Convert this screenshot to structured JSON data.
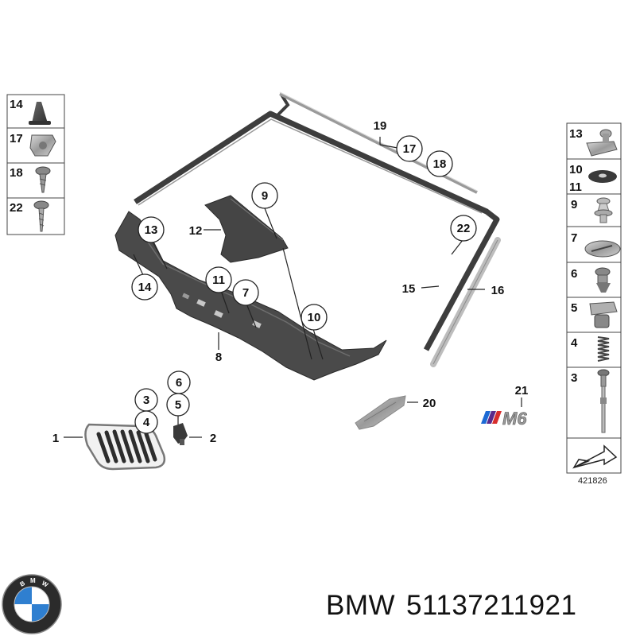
{
  "callouts": {
    "c1": "1",
    "c2": "2",
    "c3": "3",
    "c4": "4",
    "c5": "5",
    "c6": "6",
    "c7": "7",
    "c8": "8",
    "c9": "9",
    "c10": "10",
    "c11": "11",
    "c12": "12",
    "c13": "13",
    "c14": "14",
    "c15": "15",
    "c16": "16",
    "c17": "17",
    "c18": "18",
    "c19": "19",
    "c20": "20",
    "c21": "21",
    "c22": "22"
  },
  "left_legend": [
    "14",
    "17",
    "18",
    "22"
  ],
  "right_legend": [
    "13",
    "10",
    "11",
    "9",
    "7",
    "6",
    "5",
    "4",
    "3"
  ],
  "diagram_id": "421826",
  "emblem_text": "M6",
  "footer": {
    "brand": "BMW",
    "part_number": "51137211921"
  },
  "colors": {
    "part_gray": "#4a4a4a",
    "line": "#222222",
    "emblem_blue": "#1c69d4"
  }
}
